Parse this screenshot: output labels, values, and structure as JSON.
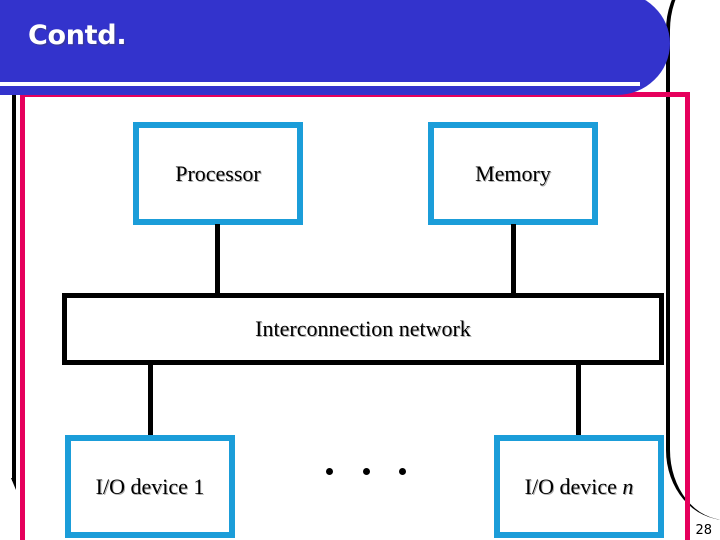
{
  "slide": {
    "title": "Contd.",
    "page_number": "28",
    "colors": {
      "banner_blue": "#3333CC",
      "frame_pink": "#E6005C",
      "node_border_blue": "#1B9DD9",
      "node_border_black": "#000000",
      "title_text": "#FFFFFF"
    }
  },
  "diagram": {
    "type": "block-diagram",
    "nodes": [
      {
        "id": "processor",
        "label": "Processor",
        "border": "blue"
      },
      {
        "id": "memory",
        "label": "Memory",
        "border": "blue"
      },
      {
        "id": "interconnect",
        "label": "Interconnection network",
        "border": "black"
      },
      {
        "id": "io1",
        "label": "I/O device 1",
        "border": "blue"
      },
      {
        "id": "ion",
        "label_prefix": "I/O device ",
        "label_italic": "n",
        "border": "blue"
      }
    ],
    "connectors": [
      {
        "from": "processor",
        "to": "interconnect"
      },
      {
        "from": "memory",
        "to": "interconnect"
      },
      {
        "from": "interconnect",
        "to": "io1"
      },
      {
        "from": "interconnect",
        "to": "ion"
      }
    ],
    "ellipsis": "• • •"
  }
}
